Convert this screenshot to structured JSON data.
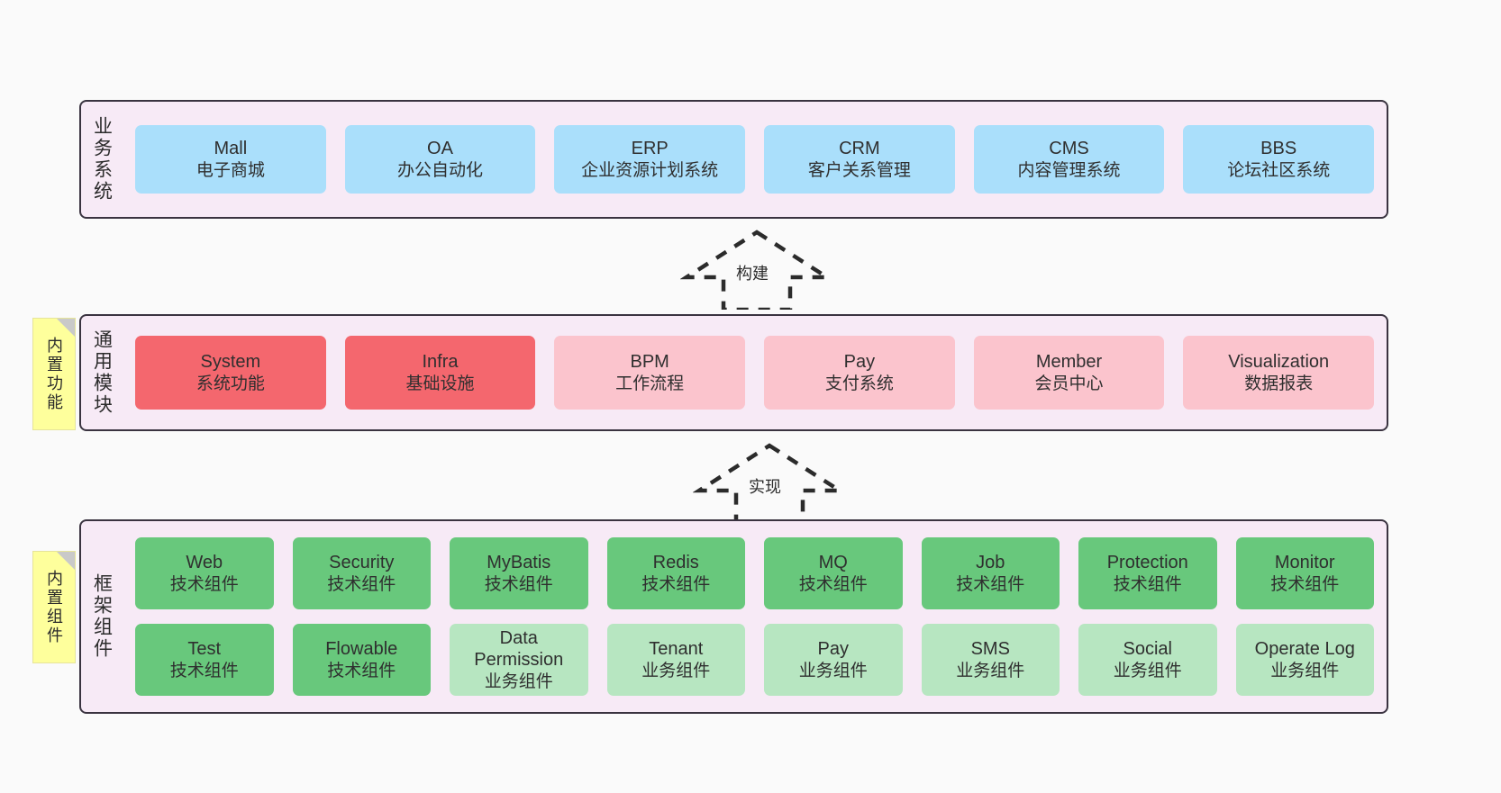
{
  "layers": [
    {
      "key": "business",
      "title": "业务系统",
      "rows": [
        [
          {
            "en": "Mall",
            "cn": "电子商城",
            "color": "blue"
          },
          {
            "en": "OA",
            "cn": "办公自动化",
            "color": "blue"
          },
          {
            "en": "ERP",
            "cn": "企业资源计划系统",
            "color": "blue"
          },
          {
            "en": "CRM",
            "cn": "客户关系管理",
            "color": "blue"
          },
          {
            "en": "CMS",
            "cn": "内容管理系统",
            "color": "blue"
          },
          {
            "en": "BBS",
            "cn": "论坛社区系统",
            "color": "blue"
          }
        ]
      ]
    },
    {
      "key": "modules",
      "title": "通用模块",
      "sticky": "内置功能",
      "rows": [
        [
          {
            "en": "System",
            "cn": "系统功能",
            "color": "red"
          },
          {
            "en": "Infra",
            "cn": "基础设施",
            "color": "red"
          },
          {
            "en": "BPM",
            "cn": "工作流程",
            "color": "pink"
          },
          {
            "en": "Pay",
            "cn": "支付系统",
            "color": "pink"
          },
          {
            "en": "Member",
            "cn": "会员中心",
            "color": "pink"
          },
          {
            "en": "Visualization",
            "cn": "数据报表",
            "color": "pink"
          }
        ]
      ]
    },
    {
      "key": "framework",
      "title": "框架组件",
      "sticky": "内置组件",
      "rows": [
        [
          {
            "en": "Web",
            "cn": "技术组件",
            "color": "green"
          },
          {
            "en": "Security",
            "cn": "技术组件",
            "color": "green"
          },
          {
            "en": "MyBatis",
            "cn": "技术组件",
            "color": "green"
          },
          {
            "en": "Redis",
            "cn": "技术组件",
            "color": "green"
          },
          {
            "en": "MQ",
            "cn": "技术组件",
            "color": "green"
          },
          {
            "en": "Job",
            "cn": "技术组件",
            "color": "green"
          },
          {
            "en": "Protection",
            "cn": "技术组件",
            "color": "green"
          },
          {
            "en": "Monitor",
            "cn": "技术组件",
            "color": "green"
          }
        ],
        [
          {
            "en": "Test",
            "cn": "技术组件",
            "color": "green"
          },
          {
            "en": "Flowable",
            "cn": "技术组件",
            "color": "green"
          },
          {
            "en": "Data Permission",
            "cn": "业务组件",
            "color": "lgreen"
          },
          {
            "en": "Tenant",
            "cn": "业务组件",
            "color": "lgreen"
          },
          {
            "en": "Pay",
            "cn": "业务组件",
            "color": "lgreen"
          },
          {
            "en": "SMS",
            "cn": "业务组件",
            "color": "lgreen"
          },
          {
            "en": "Social",
            "cn": "业务组件",
            "color": "lgreen"
          },
          {
            "en": "Operate Log",
            "cn": "业务组件",
            "color": "lgreen"
          }
        ]
      ]
    }
  ],
  "arrows": [
    {
      "key": "build",
      "label": "构建"
    },
    {
      "key": "impl",
      "label": "实现"
    }
  ],
  "colors": {
    "panel_background": "#f7eaf6",
    "panel_border": "#3a3340",
    "blue": "#aadffb",
    "red": "#f4676e",
    "pink": "#fbc4cd",
    "green": "#68c87c",
    "light_green": "#b7e6c1",
    "sticky_yellow": "#feff9c",
    "sticky_fold": "#c9c9c9",
    "canvas_background": "#fafafa",
    "text": "#2f2f2f"
  }
}
